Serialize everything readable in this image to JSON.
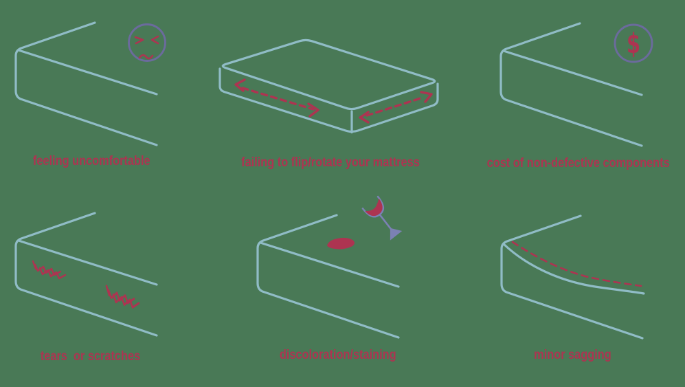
{
  "page": {
    "background_color": "#497956",
    "description": "Six line-art mattress illustrations arranged in a 2x3 grid, each with a caption"
  },
  "palette": {
    "mattress_line_blue": "#90bcc6",
    "accent_red": "#ad3451",
    "icon_circle_purple": "#6b6b9d",
    "wine_glass_purple": "#7b81b3"
  },
  "panels": [
    {
      "label": "feeling uncomfortable",
      "illustration": "mattress-corner",
      "icon": "annoyed-face-icon"
    },
    {
      "label": "failing to flip/rotate your mattress",
      "illustration": "mattress-full-box",
      "icon": "double-headed-dashed-arrows"
    },
    {
      "label": "cost of non-defective components",
      "illustration": "mattress-corner",
      "icon": "dollar-sign-icon",
      "icon_glyph": "$"
    },
    {
      "label": "tears  or scratches",
      "illustration": "mattress-corner-with-scratches",
      "icon": "scratch-marks"
    },
    {
      "label": "discoloration/staining",
      "illustration": "mattress-corner-with-stain",
      "icon": "spilled-wine-glass-icon"
    },
    {
      "label": "minor sagging",
      "illustration": "mattress-corner-sagging",
      "icon": "sag-dashed-line"
    }
  ]
}
